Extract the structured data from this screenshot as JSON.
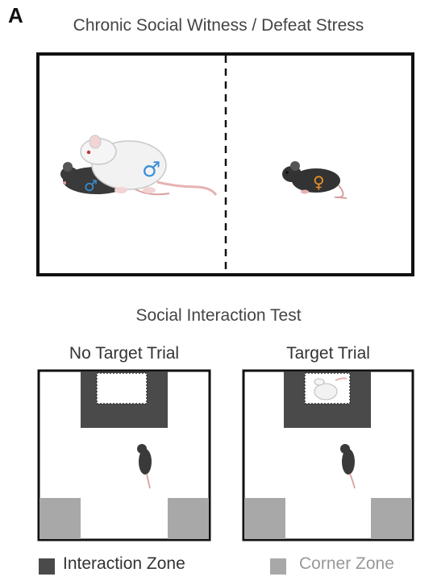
{
  "panel_letter": "A",
  "top_title": "Chronic Social Witness / Defeat Stress",
  "mid_title": "Social Interaction Test",
  "trials": {
    "left": "No Target Trial",
    "right": "Target Trial"
  },
  "symbols": {
    "male": "♂",
    "female": "♀"
  },
  "legend": {
    "interaction": "Interaction Zone",
    "corner": "Corner Zone"
  },
  "colors": {
    "interaction_zone": "#4a4a4a",
    "corner_zone": "#a8a8a8",
    "male_symbol": "#3a8fd8",
    "female_symbol": "#e8912b"
  }
}
